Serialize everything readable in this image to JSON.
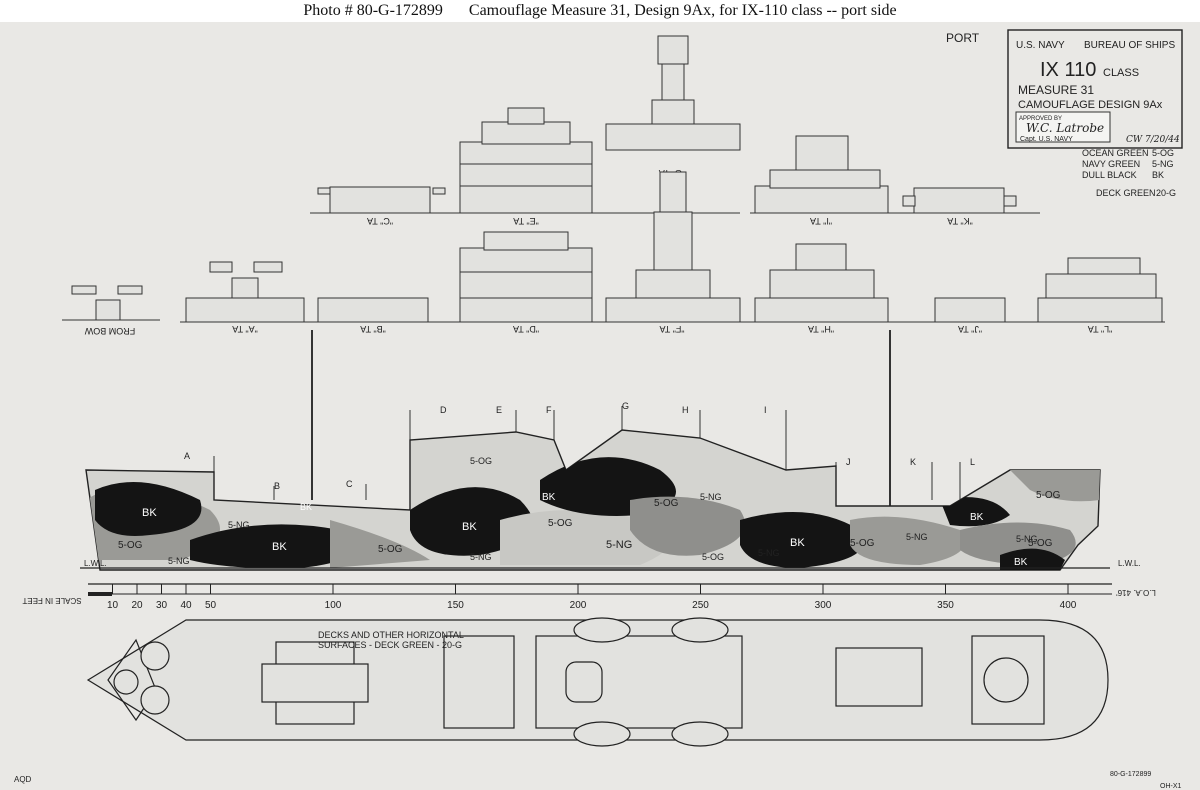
{
  "caption": {
    "photo_no": "Photo # 80-G-172899",
    "title": "Camouflage Measure 31, Design 9Ax, for IX-110 class -- port side"
  },
  "drawing": {
    "port_label": "PORT",
    "title_block": {
      "navy": "U.S. NAVY",
      "bureau": "BUREAU OF SHIPS",
      "class_no": "IX 110",
      "class_word": "CLASS",
      "measure": "MEASURE 31",
      "design": "CAMOUFLAGE DESIGN 9Ax",
      "approved": "APPROVED BY",
      "signature": "W.C. Latrobe",
      "rank": "Capt. U.S. NAVY",
      "initials_date": "CW 7/20/44"
    },
    "legend": [
      {
        "name": "OCEAN GREEN",
        "code": "5-OG",
        "color": "#c8c8c4"
      },
      {
        "name": "NAVY GREEN",
        "code": "5-NG",
        "color": "#8f8f8c"
      },
      {
        "name": "DULL BLACK",
        "code": "BK",
        "color": "#141414"
      },
      {
        "name": "DECK GREEN",
        "code": "20-G",
        "color": "#bdbdb8"
      }
    ],
    "views_top": [
      "\"C\" TA",
      "\"E\" TA",
      "\"G\" TA",
      "\"I\" TA",
      "\"K\" TA"
    ],
    "views_mid": [
      "\"A\" TA",
      "\"B\" TA",
      "\"D\" TA",
      "\"F\" TA",
      "\"H\" TA",
      "\"J\" TA",
      "\"L\" TA"
    ],
    "from_bow": "FROM BOW",
    "section_letters": [
      "A",
      "B",
      "C",
      "D",
      "E",
      "F",
      "G",
      "H",
      "I",
      "J",
      "K",
      "L"
    ],
    "hull_patch_labels": [
      "BK",
      "5-OG",
      "5-NG",
      "BK",
      "5-OG",
      "5-NG",
      "5-OG",
      "BK",
      "5-NG",
      "5-OG",
      "BK",
      "5-NG",
      "5-OG",
      "5-NG",
      "BK",
      "5-OG",
      "5-NG",
      "BK",
      "5-OG",
      "5-NG",
      "BK",
      "5-OG",
      "5-NG",
      "5-OG",
      "BK"
    ],
    "lwl": "L.W.L.",
    "scale_label": "SCALE IN FEET",
    "loa_label": "L.O.A. 416'",
    "scale_ticks": [
      "10",
      "20",
      "30",
      "40",
      "50",
      "100",
      "150",
      "200",
      "250",
      "300",
      "350",
      "400"
    ],
    "deck_note_1": "DECKS AND OTHER HORIZONTAL",
    "deck_note_2": "SURFACES - DECK GREEN - 20-G",
    "corner_bl": "AQD",
    "corner_br": "80-G-172899",
    "corner_br2": "OH-X1"
  }
}
